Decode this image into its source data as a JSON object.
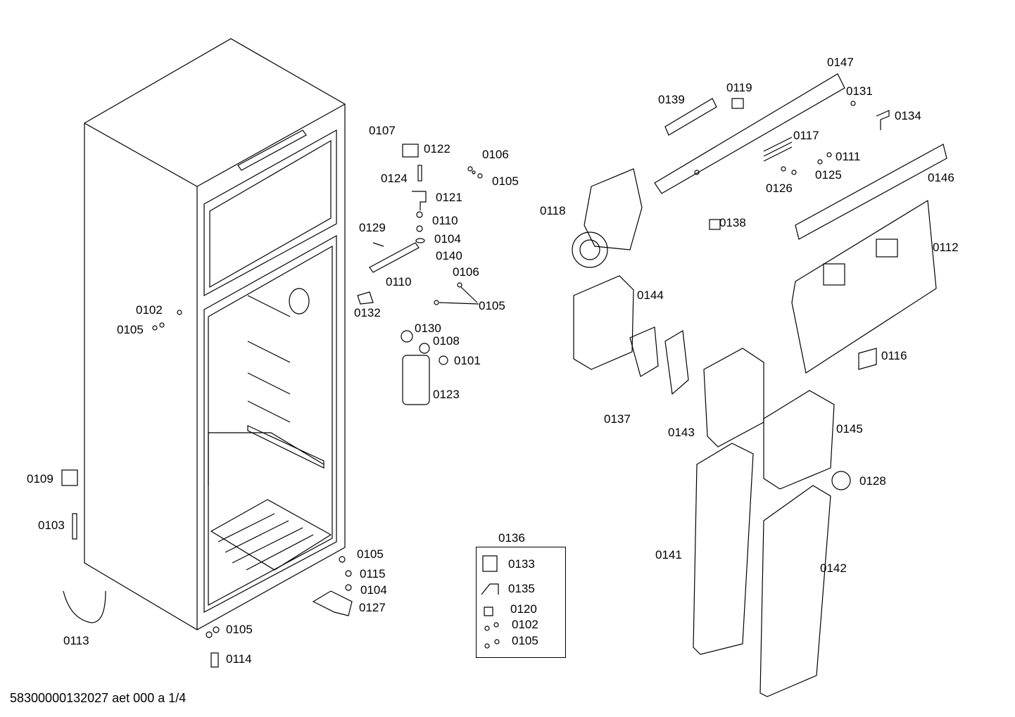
{
  "labels": [
    "0147",
    "0139",
    "0119",
    "0131",
    "0134",
    "0107",
    "0122",
    "0106",
    "0105",
    "0124",
    "0121",
    "0117",
    "0111",
    "0125",
    "0126",
    "0146",
    "0118",
    "0138",
    "0110",
    "0129",
    "0104",
    "0140",
    "0112",
    "0106",
    "0110",
    "0144",
    "0105",
    "0132",
    "0102",
    "0105",
    "0130",
    "0108",
    "0101",
    "0116",
    "0123",
    "0137",
    "0143",
    "0145",
    "0109",
    "0128",
    "0103",
    "0136",
    "0105",
    "0141",
    "0133",
    "0142",
    "0115",
    "0104",
    "0135",
    "0127",
    "0120",
    "0102",
    "0105",
    "0113",
    "0105",
    "0114"
  ],
  "footer": "58300000132027 aet 000 a 1/4"
}
